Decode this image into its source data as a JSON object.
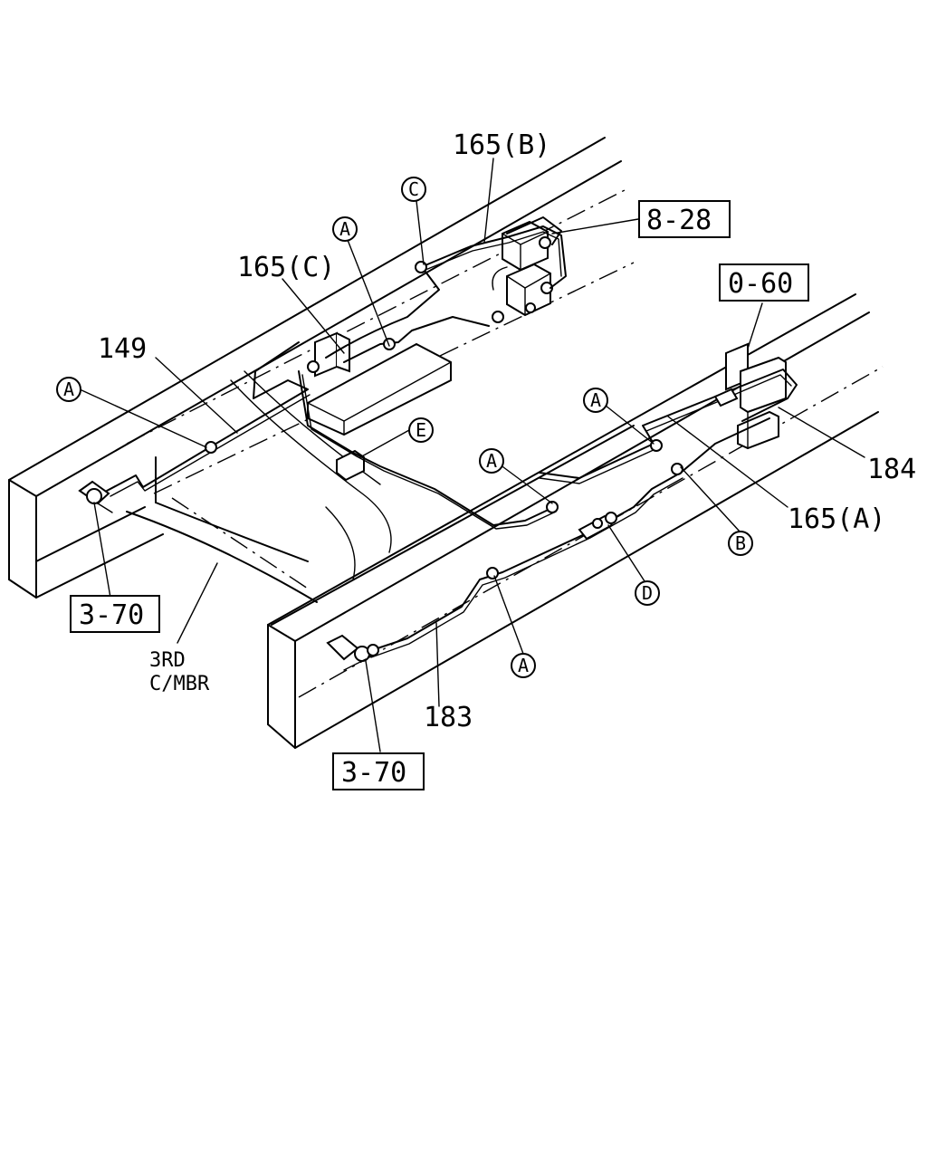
{
  "diagram": {
    "boxed_refs": [
      "8-28",
      "0-60",
      "3-70",
      "3-70"
    ],
    "part_numbers": [
      "165(B)",
      "165(C)",
      "149",
      "184",
      "165(A)",
      "183"
    ],
    "member_label": [
      "3RD",
      "C/MBR"
    ],
    "callouts": [
      "C",
      "A",
      "A",
      "E",
      "A",
      "A",
      "B",
      "D",
      "A"
    ]
  }
}
